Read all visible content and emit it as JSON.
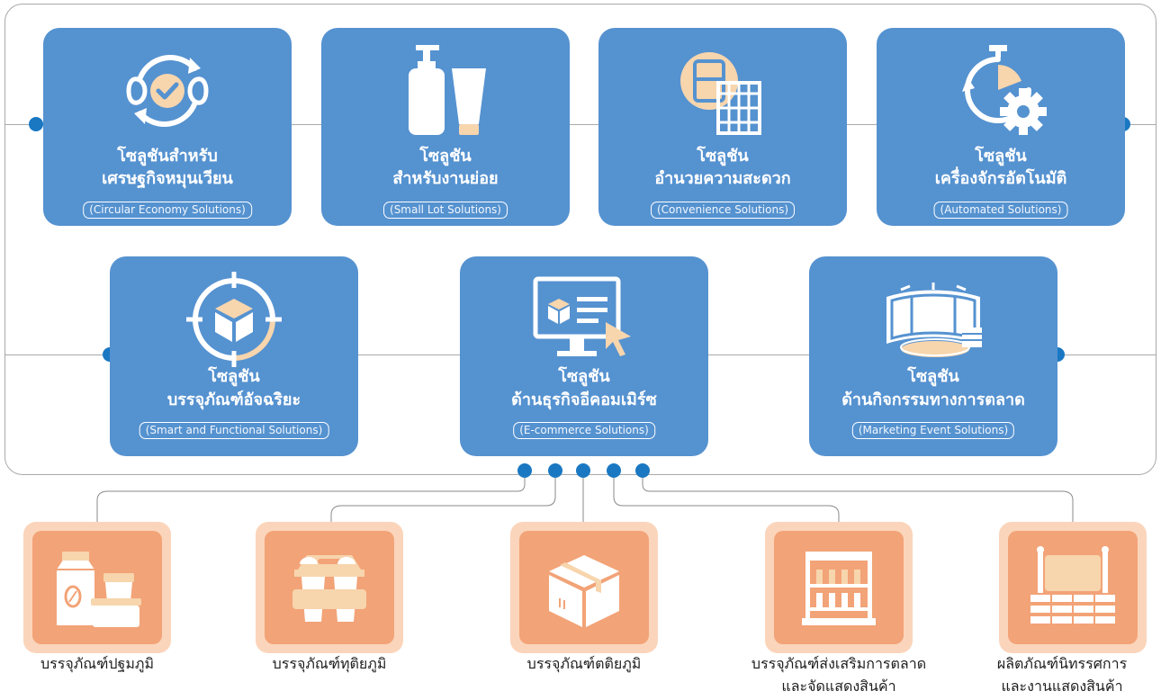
{
  "solutions_top": [
    {
      "line1": "โซลูชันสำหรับ",
      "line2": "เศรษฐกิจหมุนเวียน",
      "sub": "(Circular Economy Solutions)",
      "icon": "recycle-check-icon"
    },
    {
      "line1": "โซลูชัน",
      "line2": "สำหรับงานย่อย",
      "sub": "(Small Lot Solutions)",
      "icon": "bottle-tube-icon"
    },
    {
      "line1": "โซลูชัน",
      "line2": "อำนวยความสะดวก",
      "sub": "(Convenience Solutions)",
      "icon": "tray-container-icon"
    },
    {
      "line1": "โซลูชัน",
      "line2": "เครื่องจักรอัตโนมัติ",
      "sub": "(Automated Solutions)",
      "icon": "timer-gear-icon"
    }
  ],
  "solutions_bottom": [
    {
      "line1": "โซลูชัน",
      "line2": "บรรจุภัณฑ์อัจฉริยะ",
      "sub": "(Smart and Functional Solutions)",
      "icon": "target-box-icon"
    },
    {
      "line1": "โซลูชัน",
      "line2": "ด้านธุรกิจอีคอมเมิร์ซ",
      "sub": "(E-commerce Solutions)",
      "icon": "monitor-cursor-icon"
    },
    {
      "line1": "โซลูชัน",
      "line2": "ด้านกิจกรรมทางการตลาด",
      "sub": "(Marketing Event Solutions)",
      "icon": "display-booth-icon"
    }
  ],
  "packaging": [
    {
      "label1": "บรรจุภัณฑ์ปฐมภูมิ",
      "label2": "",
      "icon": "food-packages-icon"
    },
    {
      "label1": "บรรจุภัณฑ์ทุติยภูมิ",
      "label2": "",
      "icon": "cup-carrier-icon"
    },
    {
      "label1": "บรรจุภัณฑ์ตติยภูมิ",
      "label2": "",
      "icon": "shipping-box-icon"
    },
    {
      "label1": "บรรจุภัณฑ์ส่งเสริมการตลาด",
      "label2": "และจัดแสดงสินค้า",
      "icon": "shelf-display-icon"
    },
    {
      "label1": "ผลิตภัณฑ์นิทรรศการ",
      "label2": "และงานแสดงสินค้า",
      "icon": "exhibition-booth-icon"
    }
  ],
  "colors": {
    "card": "#5592d0",
    "dot": "#1a78c2",
    "pkg_outer": "#fbd5bb",
    "pkg_inner": "#f2a377",
    "accent": "#f7d5ad"
  }
}
